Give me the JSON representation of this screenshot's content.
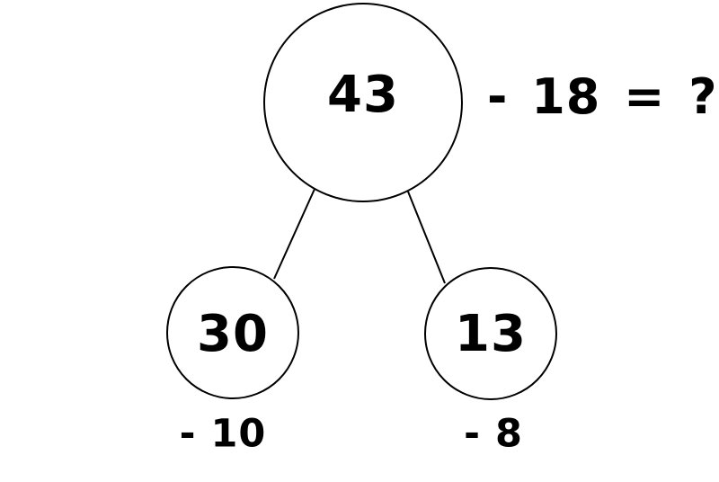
{
  "diagram": {
    "expression": "- 18 = ?",
    "root": {
      "value": "43"
    },
    "children": [
      {
        "value": "30",
        "label": "- 10"
      },
      {
        "value": "13",
        "label": "- 8"
      }
    ]
  }
}
